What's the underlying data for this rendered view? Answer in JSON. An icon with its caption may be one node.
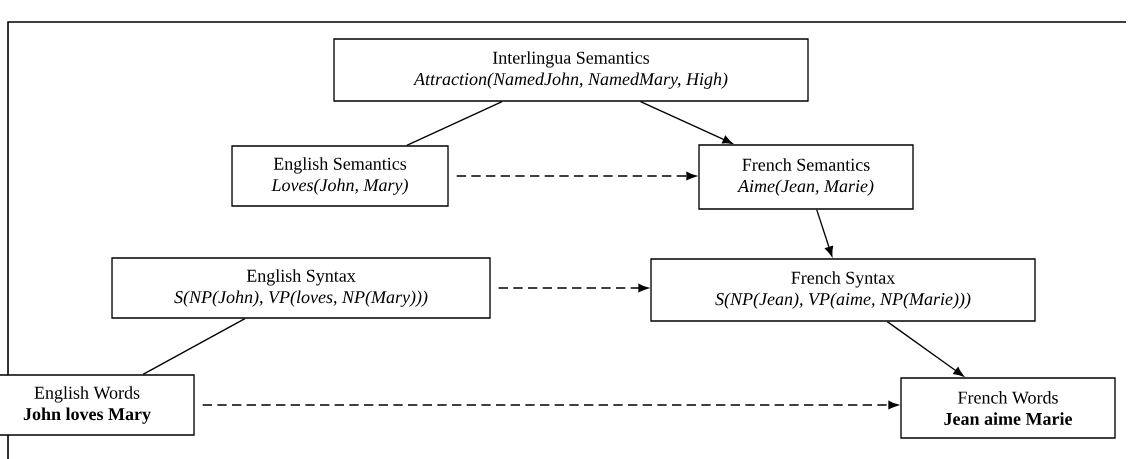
{
  "diagram": {
    "nodes": [
      {
        "text": [
          "Interlingua Semantics",
          "Attraction(NamedJohn, NamedMary, High)"
        ]
      },
      {
        "text": [
          "English Semantics",
          "Loves(John, Mary)"
        ]
      },
      {
        "text": [
          "French Semantics",
          "Aime(Jean, Marie)"
        ]
      },
      {
        "text": [
          "English Syntax",
          "S(NP(John), VP(loves, NP(Mary)))"
        ]
      },
      {
        "text": [
          "French Syntax",
          "S(NP(Jean), VP(aime, NP(Marie)))"
        ]
      },
      {
        "text": [
          "English Words",
          "John loves Mary"
        ]
      },
      {
        "text": [
          "French Words",
          "Jean aime Marie"
        ]
      }
    ],
    "edges": [
      {
        "from": 0,
        "to": 1,
        "arrow": "none"
      },
      {
        "from": 0,
        "to": 2,
        "arrow": "to"
      },
      {
        "from": 1,
        "to": 2,
        "arrow": "to",
        "style": "dashed"
      },
      {
        "from": 2,
        "to": 4,
        "arrow": "to"
      },
      {
        "from": 3,
        "to": 4,
        "arrow": "to",
        "style": "dashed"
      },
      {
        "from": 3,
        "to": 5,
        "arrow": "none"
      },
      {
        "from": 4,
        "to": 6,
        "arrow": "to"
      },
      {
        "from": 5,
        "to": 6,
        "arrow": "to",
        "style": "dashed"
      }
    ]
  }
}
